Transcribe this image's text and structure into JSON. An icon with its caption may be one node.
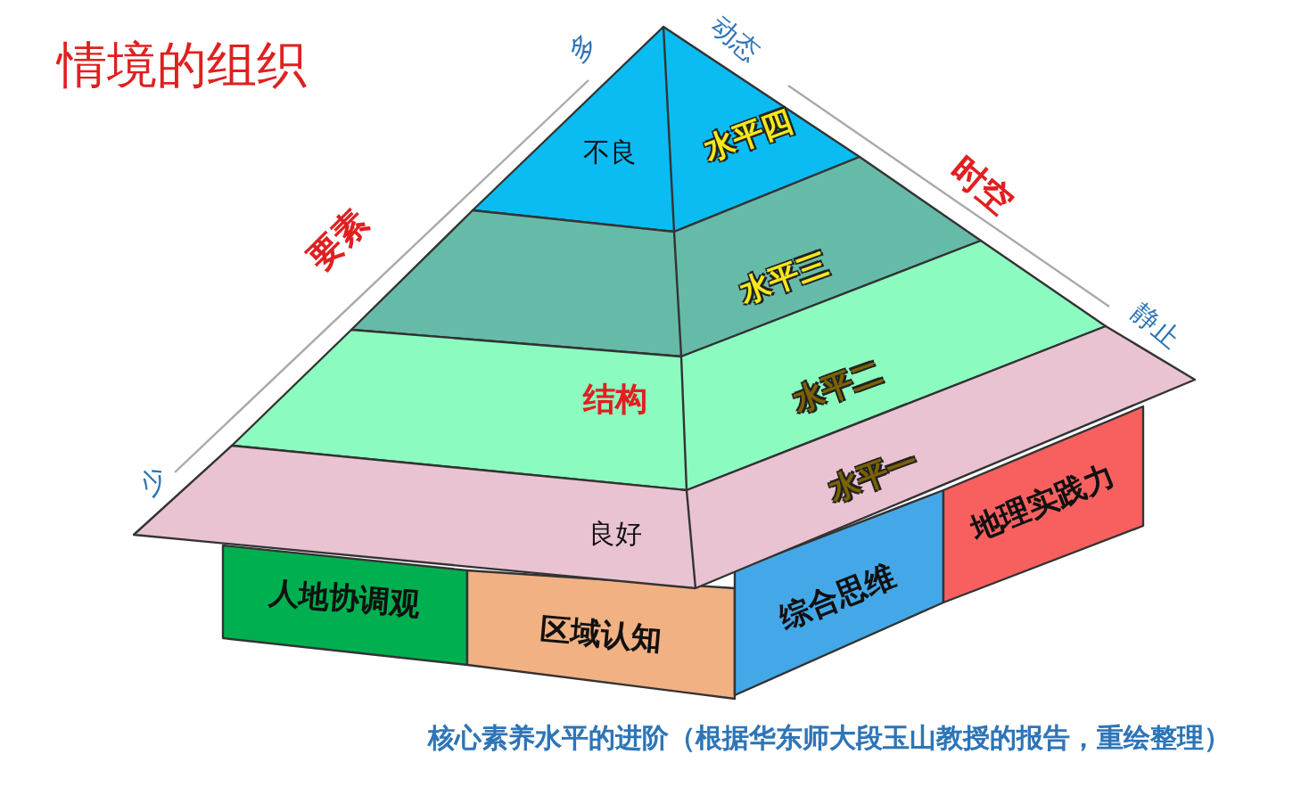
{
  "diagram": {
    "title": "情境的组织",
    "caption": "核心素养水平的进阶（根据华东师大段玉山教授的报告，重绘整理）",
    "nodes": [
      {
        "text": [
          "水平四"
        ]
      },
      {
        "text": [
          "水平三"
        ]
      },
      {
        "text": [
          "水平二"
        ]
      },
      {
        "text": [
          "水平一"
        ]
      },
      {
        "text": [
          "人地协调观"
        ]
      },
      {
        "text": [
          "区域认知"
        ]
      },
      {
        "text": [
          "综合思维"
        ]
      },
      {
        "text": [
          "地理实践力"
        ]
      }
    ],
    "labels": [
      "多",
      "动态",
      "不良",
      "要素",
      "时空",
      "静止",
      "结构",
      "少",
      "良好"
    ]
  }
}
